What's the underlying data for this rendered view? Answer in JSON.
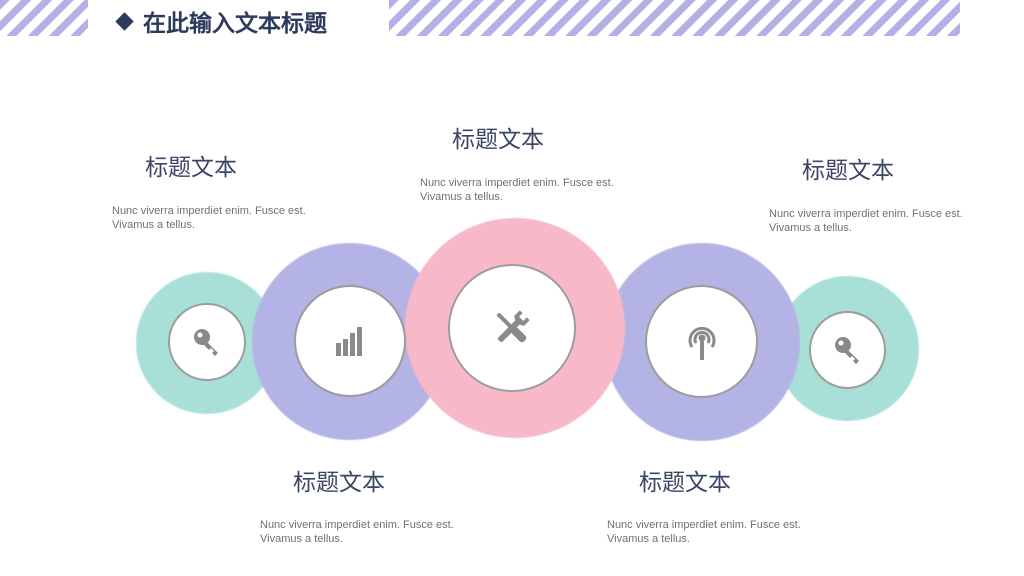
{
  "header": {
    "title": "在此输入文本标题"
  },
  "blocks": [
    {
      "title": "标题文本",
      "desc": "Nunc viverra imperdiet enim. Fusce est. Vivamus a tellus."
    },
    {
      "title": "标题文本",
      "desc": "Nunc viverra imperdiet enim. Fusce est. Vivamus a tellus."
    },
    {
      "title": "标题文本",
      "desc": "Nunc viverra imperdiet enim. Fusce est. Vivamus a tellus."
    },
    {
      "title": "标题文本",
      "desc": "Nunc viverra imperdiet enim. Fusce est. Vivamus a tellus."
    },
    {
      "title": "标题文本",
      "desc": "Nunc viverra imperdiet enim. Fusce est. Vivamus a tellus."
    }
  ],
  "icons": [
    "key-icon",
    "bar-chart-icon",
    "tools-icon",
    "broadcast-icon",
    "key-icon"
  ],
  "colors": {
    "teal": "#a8e0d8",
    "lavender": "#b4b3e6",
    "pink": "#f7b8c8",
    "title": "#2e3a5c",
    "icon": "#8a8a8a"
  }
}
